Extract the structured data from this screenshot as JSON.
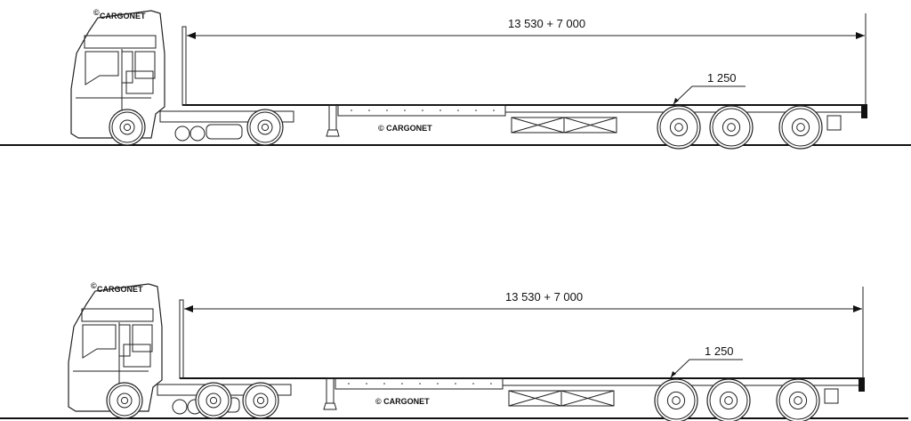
{
  "drawings": [
    {
      "id": "6x2-tractor",
      "cab_logo": "CARGONET",
      "trailer_logo": "© CARGONET",
      "length_dimension": "13 530 + 7 000",
      "deck_height_dimension": "1 250"
    },
    {
      "id": "6x4-tractor",
      "cab_logo": "CARGONET",
      "trailer_logo": "© CARGONET",
      "length_dimension": "13 530 + 7 000",
      "deck_height_dimension": "1 250"
    }
  ]
}
